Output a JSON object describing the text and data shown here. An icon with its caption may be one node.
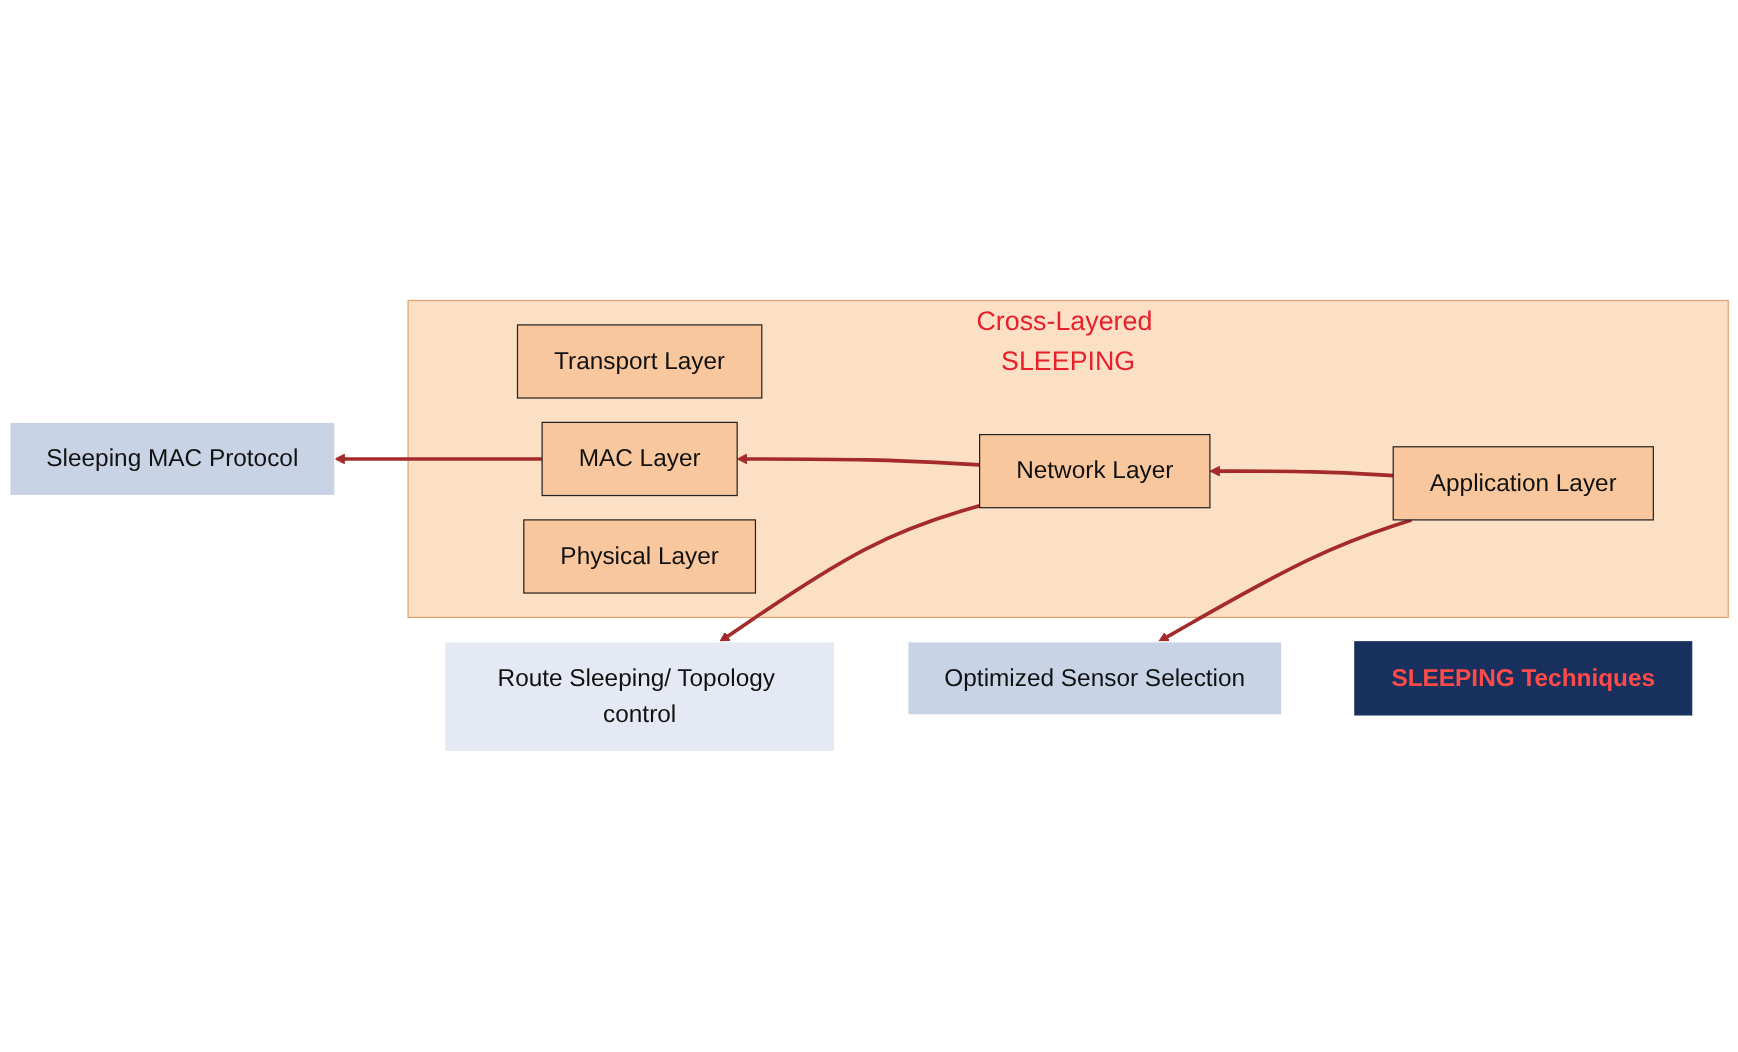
{
  "diagram": {
    "nodes": [
      {
        "text": [
          "SLEEPING Techniques"
        ]
      },
      {
        "text": [
          "Optimized Sensor Selection"
        ]
      },
      {
        "text": [
          "Route Sleeping/ Topology control"
        ]
      },
      {
        "text": [
          "Sleeping MAC Protocol"
        ]
      },
      {
        "text": [
          "Cross-Layered SLEEPING"
        ]
      },
      {
        "text": [
          "Application Layer"
        ],
        "in": 4
      },
      {
        "text": [
          "Transport Layer"
        ],
        "in": 4
      },
      {
        "text": [
          "Network Layer"
        ],
        "in": 4
      },
      {
        "text": [
          "MAC Layer"
        ],
        "in": 4
      },
      {
        "text": [
          "Physical Layer"
        ],
        "in": 4
      }
    ],
    "edges": [
      {
        "from": 5,
        "to": 1,
        "arrow": "to"
      },
      {
        "from": 7,
        "to": 2,
        "arrow": "to"
      },
      {
        "from": 8,
        "to": 3,
        "arrow": "to"
      },
      {
        "from": 5,
        "to": 7,
        "arrow": "to"
      },
      {
        "from": 7,
        "to": 8,
        "arrow": "to"
      }
    ]
  }
}
